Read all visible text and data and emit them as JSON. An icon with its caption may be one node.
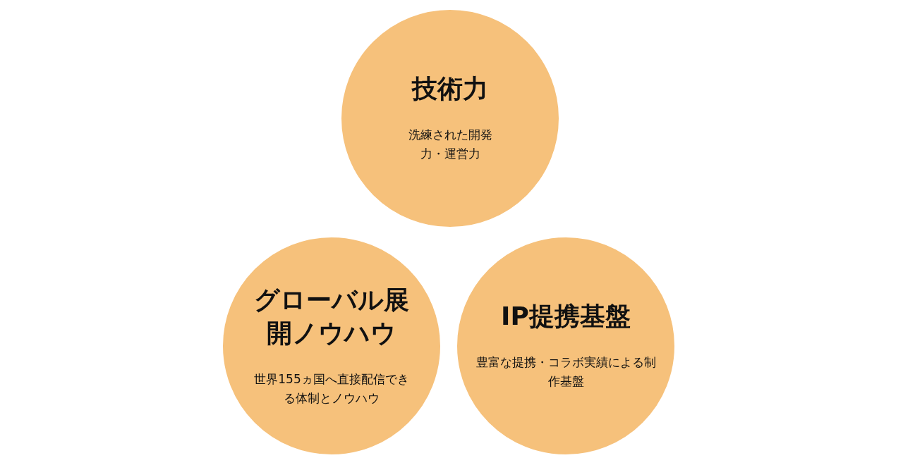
{
  "diagram": {
    "nodes": [
      {
        "text": [
          "技術力",
          "洗練された開発力・運営力"
        ]
      },
      {
        "text": [
          "グローバル展開ノウハウ",
          "世界155ヵ国へ直接配信できる体制とノウハウ"
        ]
      },
      {
        "text": [
          "IP提携基盤",
          "豊富な提携・コラボ実績による制作基盤"
        ]
      }
    ],
    "edges": []
  }
}
